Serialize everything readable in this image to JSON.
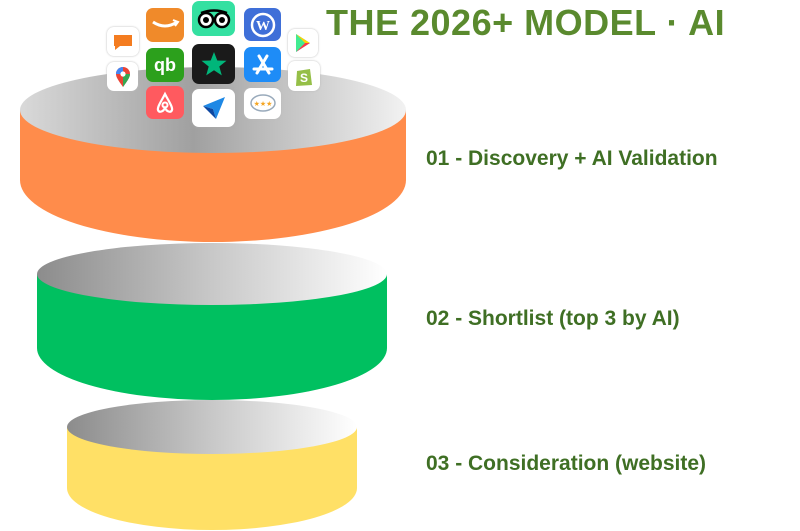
{
  "title": "THE 2026+ MODEL · AI",
  "stages": [
    {
      "label": "01 - Discovery + AI Validation",
      "color": "#ff8c4b"
    },
    {
      "label": "02 - Shortlist (top 3 by AI)",
      "color": "#00c060"
    },
    {
      "label": "03 - Consideration (website)",
      "color": "#ffe066"
    }
  ],
  "icons": [
    "speech-bubble-icon",
    "amazon-icon",
    "tripadvisor-icon",
    "wordpress-icon",
    "google-play-icon",
    "google-maps-icon",
    "quickbooks-icon",
    "trustpilot-icon",
    "app-store-icon",
    "shopify-icon",
    "airbnb-icon",
    "send-arrow-icon",
    "star-review-icon"
  ],
  "colors": {
    "title": "#5a8a2e",
    "labels": "#3f6f24",
    "disc_top_light": "#ffffff",
    "disc_top_dark": "#8a8a8a"
  }
}
